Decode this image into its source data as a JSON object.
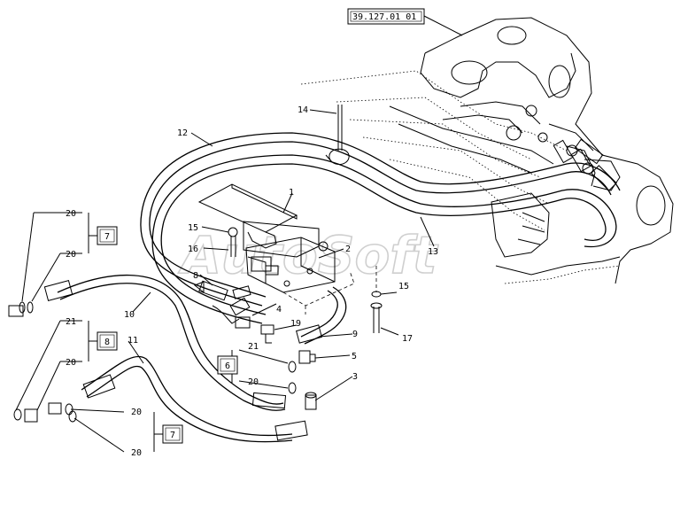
{
  "reference_code": "39.127.01 01",
  "watermark": "AutoSoft",
  "callouts": {
    "c1": "1",
    "c2": "2",
    "c3": "3",
    "c4": "4",
    "c5": "5",
    "c6": "6",
    "c7a": "7",
    "c7b": "7",
    "c8": "8",
    "c8b": "8",
    "c9": "9",
    "c10": "10",
    "c11": "11",
    "c12": "12",
    "c13": "13",
    "c14": "14",
    "c15a": "15",
    "c15b": "15",
    "c16": "16",
    "c17": "17",
    "c19": "19",
    "c20a": "20",
    "c20b": "20",
    "c20c": "20",
    "c20d": "20",
    "c20e": "20",
    "c20f": "20",
    "c21a": "21",
    "c21b": "21"
  }
}
